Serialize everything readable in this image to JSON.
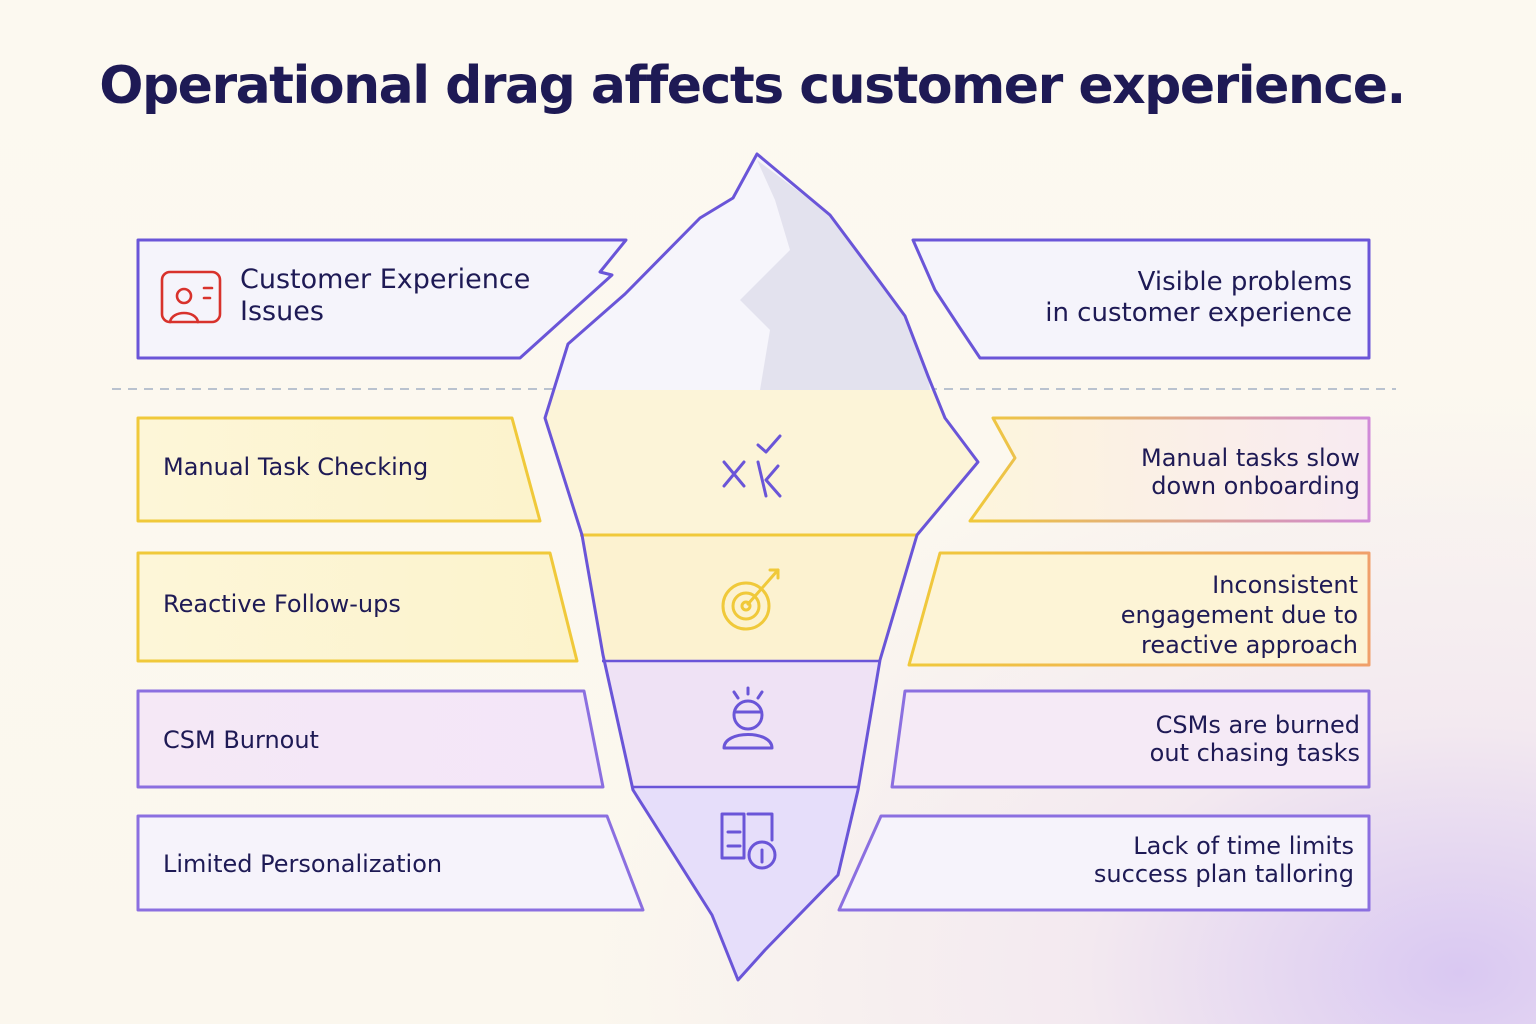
{
  "title": "Operational drag affects customer experience.",
  "visible_layer": {
    "issue_label": "Customer Experience\nIssues",
    "issue_icon": "person-profile-icon",
    "description": "Visible problems\nin customer experience"
  },
  "hidden_layers": [
    {
      "label": "Manual Task Checking",
      "icon": "checkmark-x-icon",
      "description": "Manual tasks slow\ndown onboarding",
      "accent": "#f0c93a"
    },
    {
      "label": "Reactive Follow-ups",
      "icon": "target-arrow-icon",
      "description": "Inconsistent\nengagement due to\nreactive approach",
      "accent": "#f0c93a"
    },
    {
      "label": "CSM Burnout",
      "icon": "burnout-person-icon",
      "description": "CSMs are burned\nout chasing tasks",
      "accent": "#8b6fe0"
    },
    {
      "label": "Limited Personalization",
      "icon": "document-info-icon",
      "description": "Lack of time limits\nsuccess plan talloring",
      "accent": "#8b6fe0"
    }
  ],
  "colors": {
    "outline": "#6a55d8",
    "yellow": "#f0c93a",
    "red_icon": "#d8322c",
    "waterline": "#b9c2cf"
  }
}
